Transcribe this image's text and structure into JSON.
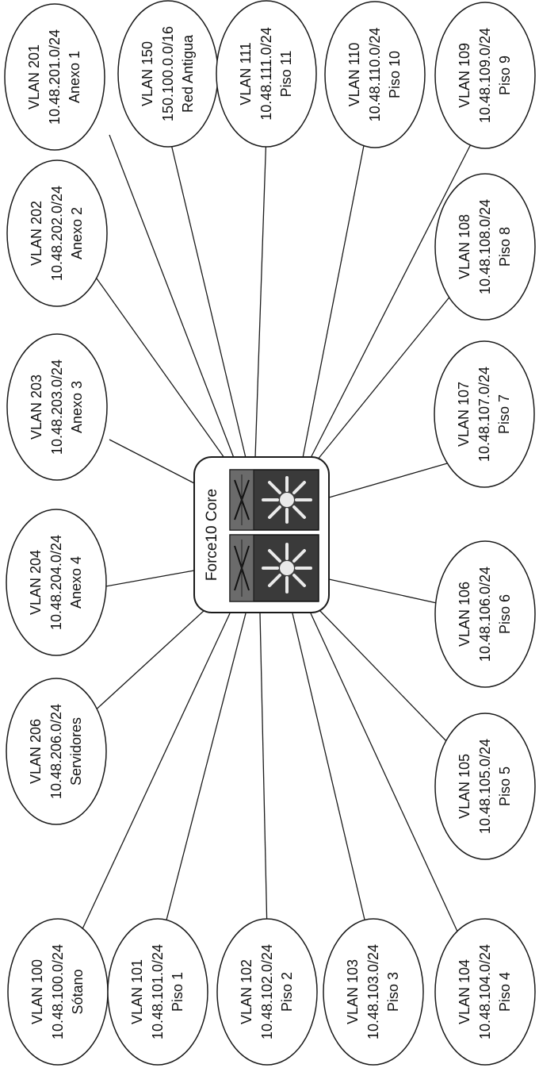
{
  "core": {
    "label": "Force10 Core",
    "icon": "network-switch-icon"
  },
  "vlans": [
    {
      "id": "vlan-201",
      "lines": [
        "VLAN 201",
        "10.48.201.0/24",
        "Anexo 1"
      ]
    },
    {
      "id": "vlan-150",
      "lines": [
        "VLAN 150",
        "150.100.0.0/16",
        "Red Antigua"
      ]
    },
    {
      "id": "vlan-111",
      "lines": [
        "VLAN 111",
        "10.48.111.0/24",
        "Piso 11"
      ]
    },
    {
      "id": "vlan-110",
      "lines": [
        "VLAN 110",
        "10.48.110.0/24",
        "Piso 10"
      ]
    },
    {
      "id": "vlan-109",
      "lines": [
        "VLAN 109",
        "10.48.109.0/24",
        "Piso 9"
      ]
    },
    {
      "id": "vlan-202",
      "lines": [
        "VLAN 202",
        "10.48.202.0/24",
        "Anexo 2"
      ]
    },
    {
      "id": "vlan-108",
      "lines": [
        "VLAN 108",
        "10.48.108.0/24",
        "Piso 8"
      ]
    },
    {
      "id": "vlan-203",
      "lines": [
        "VLAN 203",
        "10.48.203.0/24",
        "Anexo 3"
      ]
    },
    {
      "id": "vlan-107",
      "lines": [
        "VLAN 107",
        "10.48.107.0/24",
        "Piso 7"
      ]
    },
    {
      "id": "vlan-204",
      "lines": [
        "VLAN 204",
        "10.48.204.0/24",
        "Anexo 4"
      ]
    },
    {
      "id": "vlan-106",
      "lines": [
        "VLAN 106",
        "10.48.106.0/24",
        "Piso 6"
      ]
    },
    {
      "id": "vlan-206",
      "lines": [
        "VLAN 206",
        "10.48.206.0/24",
        "Servidores"
      ]
    },
    {
      "id": "vlan-105",
      "lines": [
        "VLAN 105",
        "10.48.105.0/24",
        "Piso 5"
      ]
    },
    {
      "id": "vlan-100",
      "lines": [
        "VLAN 100",
        "10.48.100.0/24",
        "Sótano"
      ]
    },
    {
      "id": "vlan-101",
      "lines": [
        "VLAN 101",
        "10.48.101.0/24",
        "Piso 1"
      ]
    },
    {
      "id": "vlan-102",
      "lines": [
        "VLAN 102",
        "10.48.102.0/24",
        "Piso 2"
      ]
    },
    {
      "id": "vlan-103",
      "lines": [
        "VLAN 103",
        "10.48.103.0/24",
        "Piso 3"
      ]
    },
    {
      "id": "vlan-104",
      "lines": [
        "VLAN 104",
        "10.48.104.0/24",
        "Piso 4"
      ]
    }
  ],
  "colors": {
    "line": "#1a1a1a",
    "node_fill": "#ffffff",
    "switch_dark": "#2b2b2b"
  }
}
